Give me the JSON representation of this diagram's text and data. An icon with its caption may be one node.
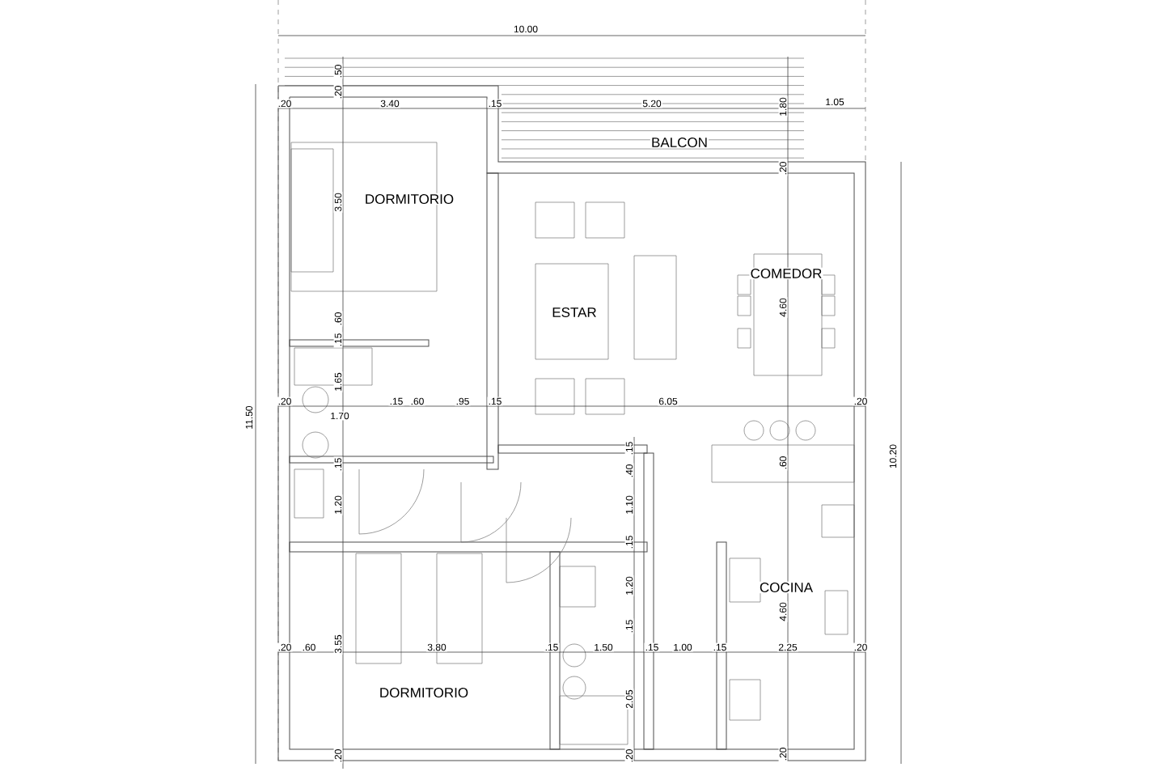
{
  "diagram": {
    "labels": [
      "10.00",
      ".50",
      ".20",
      ".20",
      "3.40",
      ".15",
      "5.20",
      "1.80",
      "1.05",
      "BALCON",
      ".20",
      "DORMITORIO",
      "3.50",
      "COMEDOR",
      "ESTAR",
      "4.60",
      ".60",
      ".15",
      "11.50",
      "1.65",
      ".20",
      ".15",
      ".60",
      ".95",
      ".15",
      "6.05",
      ".20",
      "1.70",
      "10.20",
      ".15",
      ".15",
      ".40",
      ".60",
      "1.20",
      "1.10",
      ".15",
      "1.20",
      "COCINA",
      "4.60",
      ".15",
      "3.55",
      ".20",
      ".60",
      "3.80",
      ".15",
      "1.50",
      ".15",
      "1.00",
      ".15",
      "2.25",
      ".20",
      "DORMITORIO",
      "2.05",
      ".20",
      ".20",
      ".20"
    ]
  }
}
